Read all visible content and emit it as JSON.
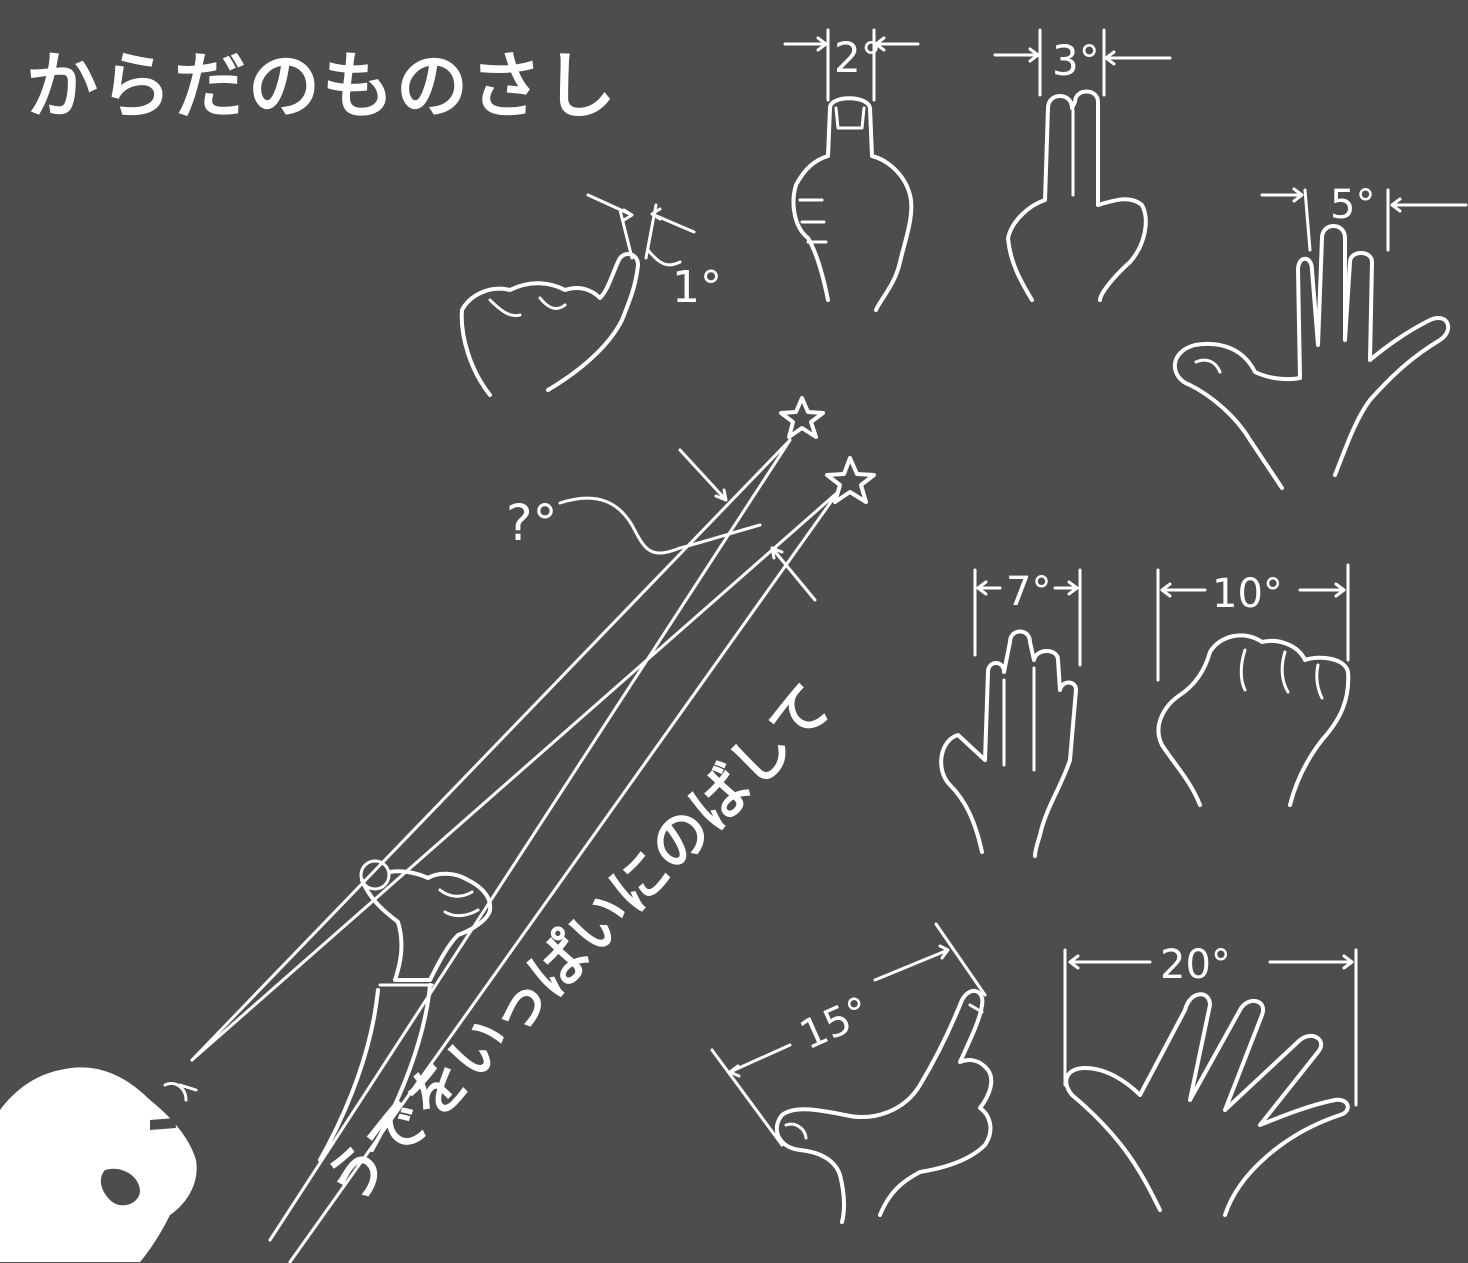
{
  "title": "からだのものさし",
  "instruction": "うでをいっぱいにのばして",
  "unknown_angle": "?°",
  "measures": [
    {
      "label": "1°",
      "gesture": "little finger width"
    },
    {
      "label": "2°",
      "gesture": "thumb width"
    },
    {
      "label": "3°",
      "gesture": "two fingers"
    },
    {
      "label": "5°",
      "gesture": "three fingers"
    },
    {
      "label": "7°",
      "gesture": "three fingers together"
    },
    {
      "label": "10°",
      "gesture": "fist"
    },
    {
      "label": "15°",
      "gesture": "index to little finger span"
    },
    {
      "label": "20°",
      "gesture": "thumb to little finger span"
    }
  ],
  "colors": {
    "background": "#4d4d4d",
    "chalk": "#ffffff"
  },
  "icons": [
    "star-icon",
    "eye-icon",
    "hand-icon"
  ]
}
